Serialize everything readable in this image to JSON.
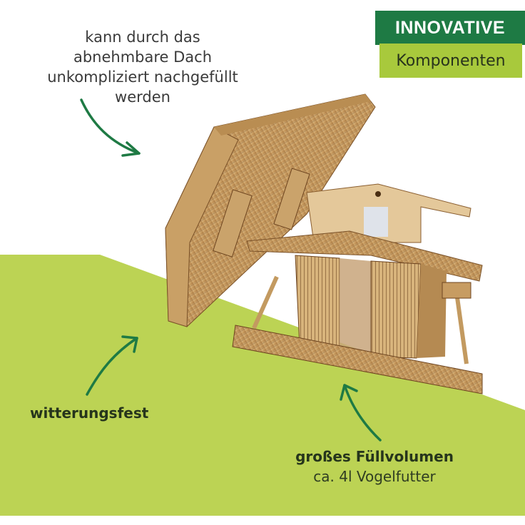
{
  "badge": {
    "title": "INNOVATIVE",
    "subtitle": "Komponenten",
    "colors": {
      "title_bg": "#1e7a44",
      "subtitle_bg": "#a8c93c"
    }
  },
  "captions": {
    "roof": {
      "lines": [
        "kann durch das",
        "abnehmbare Dach",
        "unkompliziert nachgefüllt",
        "werden"
      ]
    },
    "weatherproof": {
      "text": "witterungsfest"
    },
    "volume": {
      "title": "großes Füllvolumen",
      "subtitle": "ca. 4l Vogelfutter"
    }
  },
  "product": {
    "name": "wooden bird feeder house with removable roof"
  },
  "colors": {
    "background": "#ffffff",
    "green_panel": "#bcd354",
    "arrow": "#1e7a44",
    "wood_light": "#d9b680",
    "wood_dark": "#8a5e30"
  }
}
